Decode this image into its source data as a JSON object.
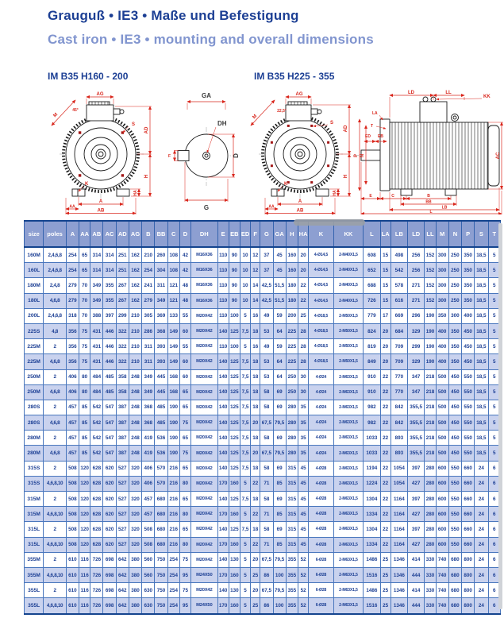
{
  "page": {
    "title_de": "Grauguß • IE3 • Maße und Befestigung",
    "title_en": "Cast iron • IE3 • mounting and overall dimensions"
  },
  "drawings": {
    "left_title": "IM B35 H160 - 200",
    "right_title": "IM B35 H225 - 355",
    "dim": {
      "M": "M",
      "angle45": "45°",
      "angle225": "22,5°",
      "AG": "AG",
      "S": "S",
      "AD": "AD",
      "H": "H",
      "HA": "HA",
      "K": "K",
      "A": "A",
      "AA": "AA",
      "AB": "AB",
      "GA": "GA",
      "DH": "DH",
      "F": "F",
      "D": "D",
      "G": "G",
      "LD": "LD",
      "LL": "LL",
      "KK": "KK",
      "LA": "LA",
      "T": "T",
      "ED": "ED",
      "EB": "EB",
      "P": "P",
      "N": "N",
      "AC": "AC",
      "E": "E",
      "C": "C",
      "B": "B",
      "BB": "BB",
      "LB": "LB",
      "L": "L"
    }
  },
  "table": {
    "columns": [
      "size",
      "poles",
      "A",
      "AA",
      "AB",
      "AC",
      "AD",
      "AG",
      "B",
      "BB",
      "C",
      "D",
      "DH",
      "E",
      "EB",
      "ED",
      "F",
      "G",
      "GA",
      "H",
      "HA",
      "K",
      "KK",
      "L",
      "LA",
      "LB",
      "LD",
      "LL",
      "M",
      "N",
      "P",
      "S",
      "T"
    ],
    "rows": [
      [
        "160M",
        "2,4,6,8",
        "254",
        "65",
        "314",
        "314",
        "251",
        "162",
        "210",
        "260",
        "108",
        "42",
        "M16X36",
        "110",
        "90",
        "10",
        "12",
        "37",
        "45",
        "160",
        "20",
        "4-Ø14,5",
        "2-M40X1,5",
        "608",
        "15",
        "498",
        "256",
        "152",
        "300",
        "250",
        "350",
        "18,5",
        "5"
      ],
      [
        "160L",
        "2,4,6,8",
        "254",
        "65",
        "314",
        "314",
        "251",
        "162",
        "254",
        "304",
        "108",
        "42",
        "M16X36",
        "110",
        "90",
        "10",
        "12",
        "37",
        "45",
        "160",
        "20",
        "4-Ø14,5",
        "2-M40X1,5",
        "652",
        "15",
        "542",
        "256",
        "152",
        "300",
        "250",
        "350",
        "18,5",
        "5"
      ],
      [
        "180M",
        "2,4,8",
        "279",
        "70",
        "349",
        "355",
        "267",
        "162",
        "241",
        "311",
        "121",
        "48",
        "M16X36",
        "110",
        "90",
        "10",
        "14",
        "42,5",
        "51,5",
        "180",
        "22",
        "4-Ø14,5",
        "2-M40X1,5",
        "688",
        "15",
        "578",
        "271",
        "152",
        "300",
        "250",
        "350",
        "18,5",
        "5"
      ],
      [
        "180L",
        "4,6,8",
        "279",
        "70",
        "349",
        "355",
        "267",
        "162",
        "279",
        "349",
        "121",
        "48",
        "M16X36",
        "110",
        "90",
        "10",
        "14",
        "42,5",
        "51,5",
        "180",
        "22",
        "4-Ø14,5",
        "2-M40X1,5",
        "726",
        "15",
        "616",
        "271",
        "152",
        "300",
        "250",
        "350",
        "18,5",
        "5"
      ],
      [
        "200L",
        "2,4,6,8",
        "318",
        "70",
        "388",
        "397",
        "299",
        "210",
        "305",
        "369",
        "133",
        "55",
        "M20X42",
        "110",
        "100",
        "5",
        "16",
        "49",
        "59",
        "200",
        "25",
        "4-Ø18,5",
        "2-M50X1,5",
        "779",
        "17",
        "669",
        "296",
        "190",
        "350",
        "300",
        "400",
        "18,5",
        "5"
      ],
      [
        "225S",
        "4,8",
        "356",
        "75",
        "431",
        "446",
        "322",
        "210",
        "286",
        "368",
        "149",
        "60",
        "M20X42",
        "140",
        "125",
        "7,5",
        "18",
        "53",
        "64",
        "225",
        "28",
        "4-Ø18,5",
        "2-M50X1,5",
        "824",
        "20",
        "684",
        "329",
        "190",
        "400",
        "350",
        "450",
        "18,5",
        "5"
      ],
      [
        "225M",
        "2",
        "356",
        "75",
        "431",
        "446",
        "322",
        "210",
        "311",
        "393",
        "149",
        "55",
        "M20X42",
        "110",
        "100",
        "5",
        "16",
        "49",
        "59",
        "225",
        "28",
        "4-Ø18,5",
        "2-M50X1,5",
        "819",
        "20",
        "709",
        "299",
        "190",
        "400",
        "350",
        "450",
        "18,5",
        "5"
      ],
      [
        "225M",
        "4,6,8",
        "356",
        "75",
        "431",
        "446",
        "322",
        "210",
        "311",
        "393",
        "149",
        "60",
        "M20X42",
        "140",
        "125",
        "7,5",
        "18",
        "53",
        "64",
        "225",
        "28",
        "4-Ø18,5",
        "2-M50X1,5",
        "849",
        "20",
        "709",
        "329",
        "190",
        "400",
        "350",
        "450",
        "18,5",
        "5"
      ],
      [
        "250M",
        "2",
        "406",
        "80",
        "484",
        "485",
        "358",
        "248",
        "349",
        "445",
        "168",
        "60",
        "M20X42",
        "140",
        "125",
        "7,5",
        "18",
        "53",
        "64",
        "250",
        "30",
        "4-Ø24",
        "2-M63X1,5",
        "910",
        "22",
        "770",
        "347",
        "218",
        "500",
        "450",
        "550",
        "18,5",
        "5"
      ],
      [
        "250M",
        "4,6,8",
        "406",
        "80",
        "484",
        "485",
        "358",
        "248",
        "349",
        "445",
        "168",
        "65",
        "M20X42",
        "140",
        "125",
        "7,5",
        "18",
        "58",
        "69",
        "250",
        "30",
        "4-Ø24",
        "2-M63X1,5",
        "910",
        "22",
        "770",
        "347",
        "218",
        "500",
        "450",
        "550",
        "18,5",
        "5"
      ],
      [
        "280S",
        "2",
        "457",
        "85",
        "542",
        "547",
        "387",
        "248",
        "368",
        "485",
        "190",
        "65",
        "M20X42",
        "140",
        "125",
        "7,5",
        "18",
        "58",
        "69",
        "280",
        "35",
        "4-Ø24",
        "2-M63X1,5",
        "982",
        "22",
        "842",
        "355,5",
        "218",
        "500",
        "450",
        "550",
        "18,5",
        "5"
      ],
      [
        "280S",
        "4,6,8",
        "457",
        "85",
        "542",
        "547",
        "387",
        "248",
        "368",
        "485",
        "190",
        "75",
        "M20X42",
        "140",
        "125",
        "7,5",
        "20",
        "67,5",
        "79,5",
        "280",
        "35",
        "4-Ø24",
        "2-M63X1,5",
        "982",
        "22",
        "842",
        "355,5",
        "218",
        "500",
        "450",
        "550",
        "18,5",
        "5"
      ],
      [
        "280M",
        "2",
        "457",
        "85",
        "542",
        "547",
        "387",
        "248",
        "419",
        "536",
        "190",
        "65",
        "M20X42",
        "140",
        "125",
        "7,5",
        "18",
        "58",
        "69",
        "280",
        "35",
        "4-Ø24",
        "2-M63X1,5",
        "1033",
        "22",
        "893",
        "355,5",
        "218",
        "500",
        "450",
        "550",
        "18,5",
        "5"
      ],
      [
        "280M",
        "4,6,8",
        "457",
        "85",
        "542",
        "547",
        "387",
        "248",
        "419",
        "536",
        "190",
        "75",
        "M20X42",
        "140",
        "125",
        "7,5",
        "20",
        "67,5",
        "79,5",
        "280",
        "35",
        "4-Ø24",
        "2-M63X1,5",
        "1033",
        "22",
        "893",
        "355,5",
        "218",
        "500",
        "450",
        "550",
        "18,5",
        "5"
      ],
      [
        "315S",
        "2",
        "508",
        "120",
        "628",
        "620",
        "527",
        "320",
        "406",
        "570",
        "216",
        "65",
        "M20X42",
        "140",
        "125",
        "7,5",
        "18",
        "58",
        "69",
        "315",
        "45",
        "4-Ø28",
        "2-M63X1,5",
        "1194",
        "22",
        "1054",
        "397",
        "280",
        "600",
        "550",
        "660",
        "24",
        "6"
      ],
      [
        "315S",
        "4,6,8,10",
        "508",
        "120",
        "628",
        "620",
        "527",
        "320",
        "406",
        "570",
        "216",
        "80",
        "M20X42",
        "170",
        "160",
        "5",
        "22",
        "71",
        "85",
        "315",
        "45",
        "4-Ø28",
        "2-M63X1,5",
        "1224",
        "22",
        "1054",
        "427",
        "280",
        "600",
        "550",
        "660",
        "24",
        "6"
      ],
      [
        "315M",
        "2",
        "508",
        "120",
        "628",
        "620",
        "527",
        "320",
        "457",
        "680",
        "216",
        "65",
        "M20X42",
        "140",
        "125",
        "7,5",
        "18",
        "58",
        "69",
        "315",
        "45",
        "4-Ø28",
        "2-M63X1,5",
        "1304",
        "22",
        "1164",
        "397",
        "280",
        "600",
        "550",
        "660",
        "24",
        "6"
      ],
      [
        "315M",
        "4,6,8,10",
        "508",
        "120",
        "628",
        "620",
        "527",
        "320",
        "457",
        "680",
        "216",
        "80",
        "M20X42",
        "170",
        "160",
        "5",
        "22",
        "71",
        "85",
        "315",
        "45",
        "4-Ø28",
        "2-M63X1,5",
        "1334",
        "22",
        "1164",
        "427",
        "280",
        "600",
        "550",
        "660",
        "24",
        "6"
      ],
      [
        "315L",
        "2",
        "508",
        "120",
        "628",
        "620",
        "527",
        "320",
        "508",
        "680",
        "216",
        "65",
        "M20X42",
        "140",
        "125",
        "7,5",
        "18",
        "58",
        "69",
        "315",
        "45",
        "4-Ø28",
        "2-M63X1,5",
        "1304",
        "22",
        "1164",
        "397",
        "280",
        "600",
        "550",
        "660",
        "24",
        "6"
      ],
      [
        "315L",
        "4,6,8,10",
        "508",
        "120",
        "628",
        "620",
        "527",
        "320",
        "508",
        "680",
        "216",
        "80",
        "M20X42",
        "170",
        "160",
        "5",
        "22",
        "71",
        "85",
        "315",
        "45",
        "4-Ø28",
        "2-M63X1,5",
        "1334",
        "22",
        "1164",
        "427",
        "280",
        "600",
        "550",
        "660",
        "24",
        "6"
      ],
      [
        "355M",
        "2",
        "610",
        "116",
        "726",
        "698",
        "642",
        "380",
        "560",
        "750",
        "254",
        "75",
        "M20X42",
        "140",
        "130",
        "5",
        "20",
        "67,5",
        "79,5",
        "355",
        "52",
        "6-Ø28",
        "2-M63X1,5",
        "1486",
        "25",
        "1346",
        "414",
        "330",
        "740",
        "680",
        "800",
        "24",
        "6"
      ],
      [
        "355M",
        "4,6,8,10",
        "610",
        "116",
        "726",
        "698",
        "642",
        "380",
        "560",
        "750",
        "254",
        "95",
        "M24X50",
        "170",
        "160",
        "5",
        "25",
        "86",
        "100",
        "355",
        "52",
        "6-Ø28",
        "2-M63X1,5",
        "1516",
        "25",
        "1346",
        "444",
        "330",
        "740",
        "680",
        "800",
        "24",
        "6"
      ],
      [
        "355L",
        "2",
        "610",
        "116",
        "726",
        "698",
        "642",
        "380",
        "630",
        "750",
        "254",
        "75",
        "M20X42",
        "140",
        "130",
        "5",
        "20",
        "67,5",
        "79,5",
        "355",
        "52",
        "6-Ø28",
        "2-M63X1,5",
        "1486",
        "25",
        "1346",
        "414",
        "330",
        "740",
        "680",
        "800",
        "24",
        "6"
      ],
      [
        "355L",
        "4,6,8,10",
        "610",
        "116",
        "726",
        "698",
        "642",
        "380",
        "630",
        "750",
        "254",
        "95",
        "M24X50",
        "170",
        "160",
        "5",
        "25",
        "86",
        "100",
        "355",
        "52",
        "6-Ø28",
        "2-M63X1,5",
        "1516",
        "25",
        "1346",
        "444",
        "330",
        "740",
        "680",
        "800",
        "24",
        "6"
      ]
    ]
  }
}
